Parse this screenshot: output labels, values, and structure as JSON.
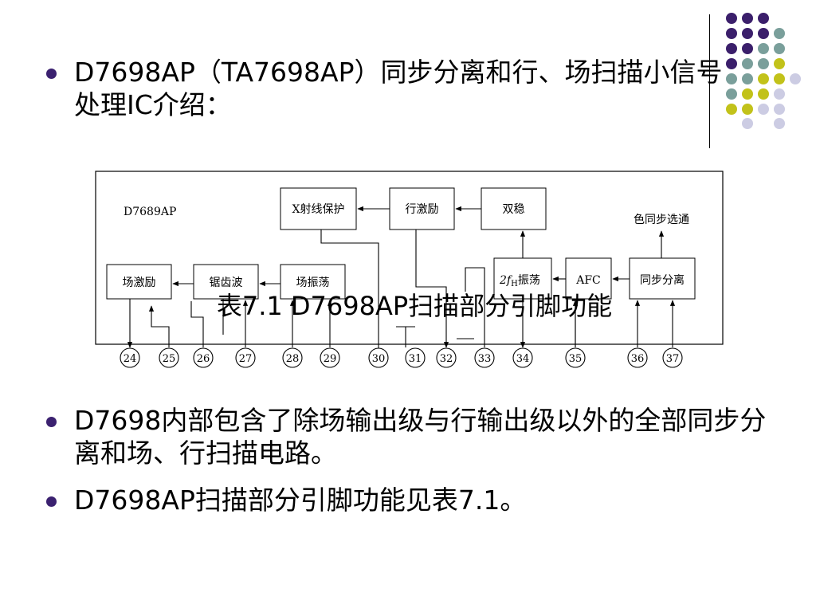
{
  "slide": {
    "bullets": [
      "D7698AP（TA7698AP）同步分离和行、场扫描小信号处理IC介绍：",
      "D7698内部包含了除场输出级与行输出级以外的全部同步分离和场、行扫描电路。",
      "D7698AP扫描部分引脚功能见表7.1。"
    ],
    "caption": "表7.1  D7698AP扫描部分引脚功能"
  },
  "diagram": {
    "chip_label": "D7689AP",
    "blocks": {
      "x_protect": "X射线保护",
      "h_drive": "行激励",
      "bistable": "双稳",
      "v_drive": "场激励",
      "sawtooth": "锯齿波",
      "v_osc": "场振荡",
      "osc_2fh_prefix": "2f",
      "osc_2fh_sub": "H",
      "osc_2fh_suffix": "振荡",
      "afc": "AFC",
      "sync_sep": "同步分离"
    },
    "color_sync_label": "色同步选通",
    "pins": [
      "24",
      "25",
      "26",
      "27",
      "28",
      "29",
      "30",
      "31",
      "32",
      "33",
      "34",
      "35",
      "36",
      "37"
    ]
  },
  "decor": {
    "dot_colors": {
      "purple": "#3b1f6b",
      "teal": "#7a9f9b",
      "olive": "#c2c21a",
      "lavender": "#cccce3"
    }
  }
}
